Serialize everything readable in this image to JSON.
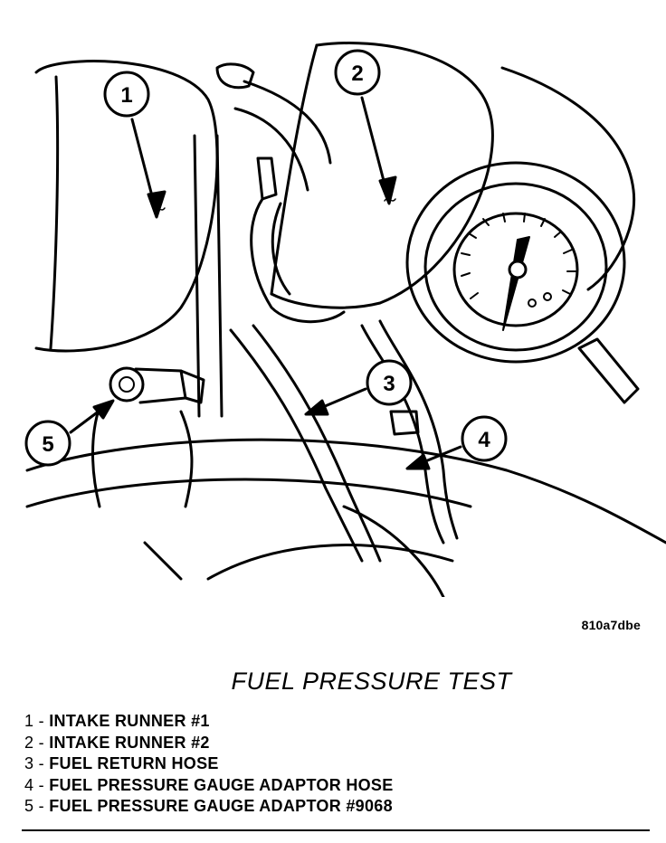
{
  "figure": {
    "code": "810a7dbe",
    "title": "FUEL PRESSURE TEST"
  },
  "callouts": [
    {
      "num": "1",
      "label": "INTAKE RUNNER #1"
    },
    {
      "num": "2",
      "label": "INTAKE RUNNER #2"
    },
    {
      "num": "3",
      "label": "FUEL RETURN HOSE"
    },
    {
      "num": "4",
      "label": "FUEL PRESSURE GAUGE ADAPTOR HOSE"
    },
    {
      "num": "5",
      "label": "FUEL PRESSURE GAUGE ADAPTOR #9068"
    }
  ],
  "legend": [
    {
      "num": "1 - ",
      "name": "INTAKE RUNNER #1"
    },
    {
      "num": "2 - ",
      "name": "INTAKE RUNNER #2"
    },
    {
      "num": "3 - ",
      "name": "FUEL RETURN HOSE"
    },
    {
      "num": "4 - ",
      "name": "FUEL PRESSURE GAUGE ADAPTOR HOSE"
    },
    {
      "num": "5 - ",
      "name": "FUEL PRESSURE GAUGE ADAPTOR #9068"
    }
  ],
  "colors": {
    "ink": "#000000",
    "paper": "#ffffff"
  }
}
